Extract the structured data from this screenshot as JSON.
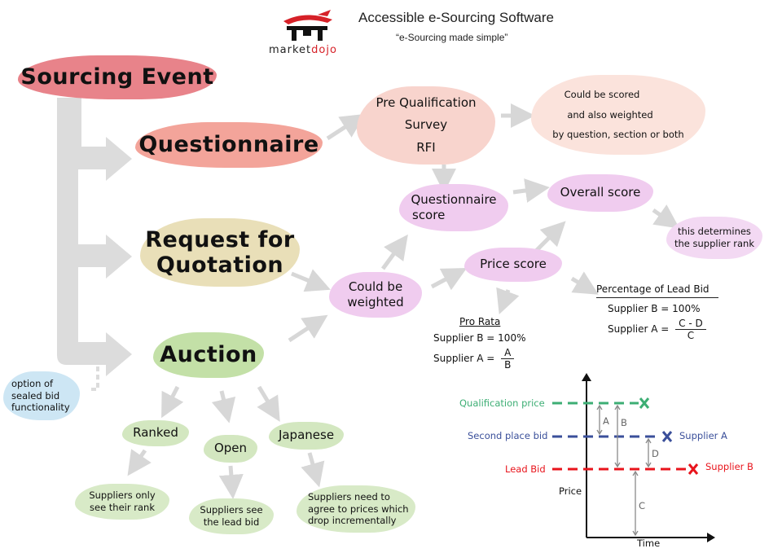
{
  "header": {
    "logo_text_a": "market",
    "logo_text_b": "dojo",
    "title": "Accessible e-Sourcing Software",
    "subtitle": "“e-Sourcing made simple”"
  },
  "nodes": {
    "sourcing_event": "Sourcing Event",
    "questionnaire": "Questionnaire",
    "rfq_line1": "Request for",
    "rfq_line2": "Quotation",
    "auction": "Auction",
    "sealed_bid": [
      "option of",
      "sealed bid",
      "functionality"
    ],
    "pre_qual": [
      "Pre Qualification",
      "Survey",
      "RFI"
    ],
    "scored_note": [
      "Could be scored",
      "and also weighted",
      "by question, section or both"
    ],
    "questionnaire_score": [
      "Questionnaire",
      "score"
    ],
    "overall_score": "Overall score",
    "rank_note": [
      "this determines",
      "the supplier rank"
    ],
    "price_score": "Price score",
    "could_be_weighted": [
      "Could be",
      "weighted"
    ],
    "ranked": "Ranked",
    "open": "Open",
    "japanese": "Japanese",
    "ranked_note": [
      "Suppliers only",
      "see their rank"
    ],
    "open_note": [
      "Suppliers see",
      "the lead bid"
    ],
    "japanese_note": [
      "Suppliers need to",
      "agree to prices which",
      "drop incrementally"
    ]
  },
  "pro_rata": {
    "heading": "Pro Rata",
    "line1": "Supplier B = 100%",
    "line2_label": "Supplier A =",
    "num": "A",
    "den": "B"
  },
  "lead_bid_pct": {
    "heading": "Percentage of Lead Bid",
    "line1": "Supplier B = 100%",
    "line2_label": "Supplier A =",
    "num": "C - D",
    "den": "C"
  },
  "chart": {
    "qualification_price": "Qualification price",
    "second_place_bid": "Second place bid",
    "lead_bid": "Lead Bid",
    "supplier_a": "Supplier A",
    "supplier_b": "Supplier B",
    "y_label": "Price",
    "x_label": "Time",
    "a": "A",
    "b": "B",
    "c": "C",
    "d": "D",
    "colors": {
      "qual": "#3dae74",
      "second": "#3a4f9a",
      "lead": "#e8141c"
    }
  }
}
